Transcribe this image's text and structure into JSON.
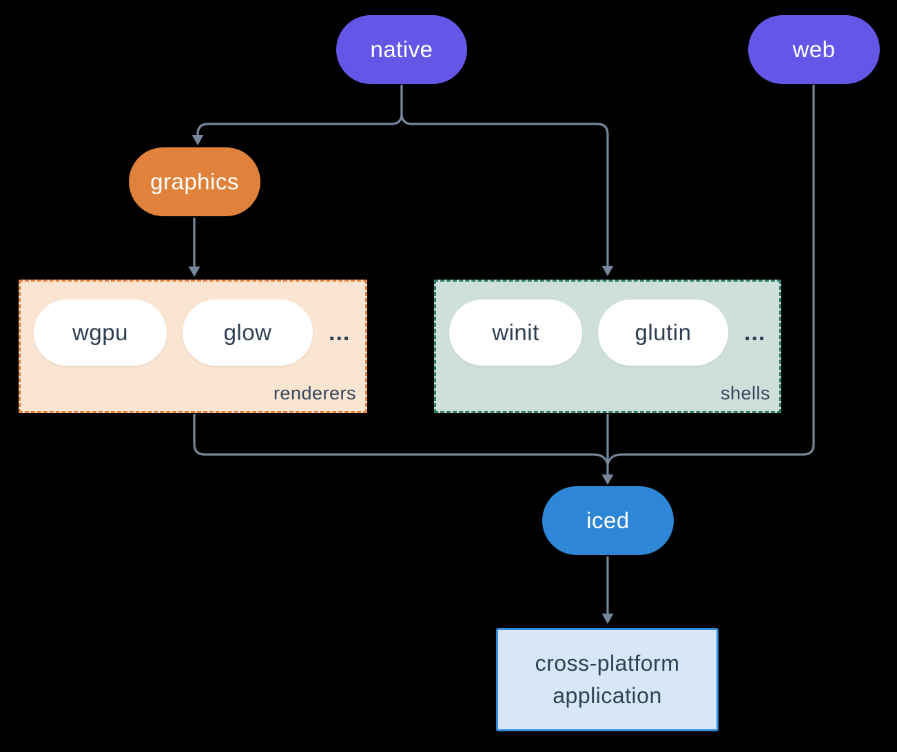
{
  "diagram": {
    "background_color": "#000000",
    "connector_color": "#76879B",
    "nodes": {
      "native": {
        "label": "native",
        "fill": "#6457E8",
        "text_color": "#FFFFFF"
      },
      "web": {
        "label": "web",
        "fill": "#6457E8",
        "text_color": "#FFFFFF"
      },
      "graphics": {
        "label": "graphics",
        "fill": "#E0823C",
        "text_color": "#FFFFFF"
      },
      "iced": {
        "label": "iced",
        "fill": "#2E87D6",
        "text_color": "#FFFFFF"
      },
      "app": {
        "label_line1": "cross-platform",
        "label_line2": "application",
        "fill": "#D7E7F7",
        "border_color": "#338AD8",
        "text_color": "#2F4254"
      }
    },
    "groups": {
      "renderers": {
        "label": "renderers",
        "fill": "#FAE5D3",
        "border_color": "#E2823B",
        "items": [
          "wgpu",
          "glow"
        ],
        "ellipsis": "..."
      },
      "shells": {
        "label": "shells",
        "fill": "#CFE0DA",
        "border_color": "#2B7D6D",
        "items": [
          "winit",
          "glutin"
        ],
        "ellipsis": "..."
      }
    },
    "edges": [
      "native -> graphics",
      "native -> shells",
      "graphics -> renderers",
      "renderers -> iced",
      "shells -> iced",
      "web -> iced",
      "iced -> app"
    ]
  }
}
